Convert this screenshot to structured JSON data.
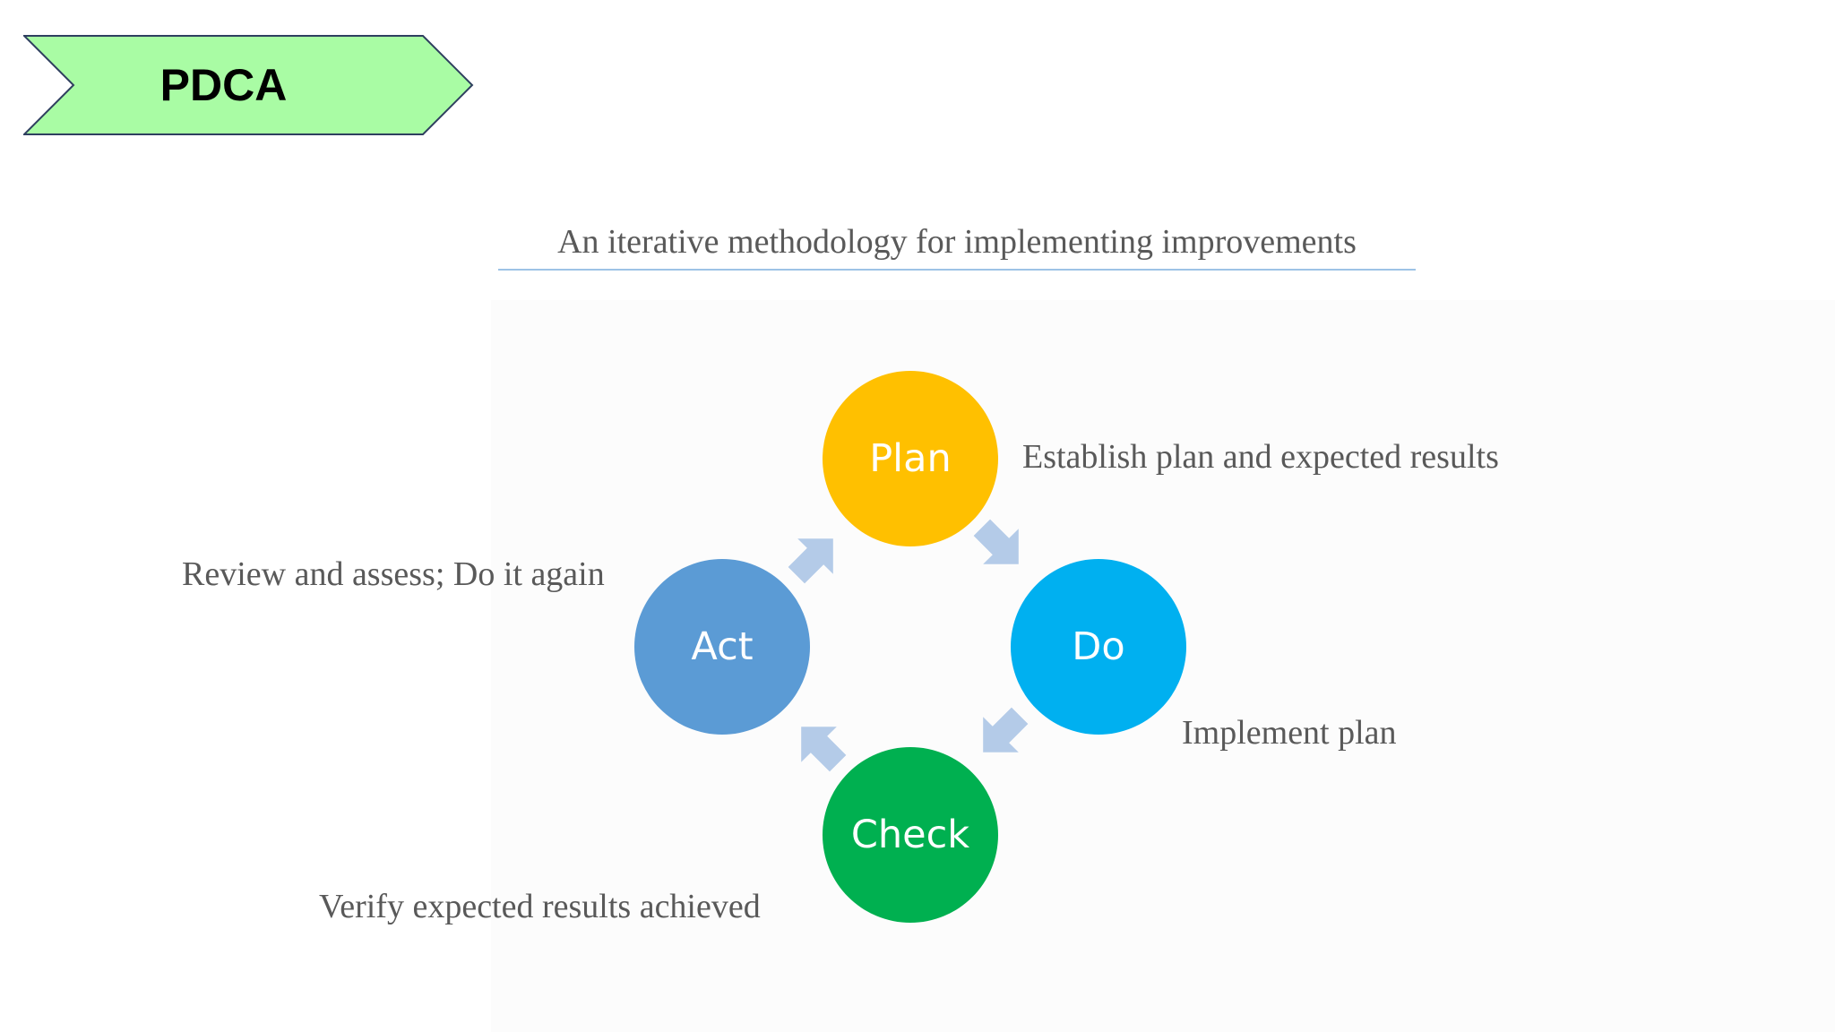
{
  "title": "PDCA",
  "subtitle": "An iterative methodology for implementing improvements",
  "colors": {
    "banner_fill": "#a9fca4",
    "banner_stroke": "#2f3f5f",
    "plan": "#ffc000",
    "do": "#00b0f0",
    "check": "#00b050",
    "act": "#5b9bd5",
    "arrow": "#b4cbe8",
    "description_text": "#595959",
    "subtitle_underline": "#9dc3e6"
  },
  "cycle": [
    {
      "label": "Plan",
      "description": "Establish plan and expected results"
    },
    {
      "label": "Do",
      "description": "Implement plan"
    },
    {
      "label": "Check",
      "description": "Verify expected results achieved"
    },
    {
      "label": "Act",
      "description": "Review and assess; Do it again"
    }
  ]
}
